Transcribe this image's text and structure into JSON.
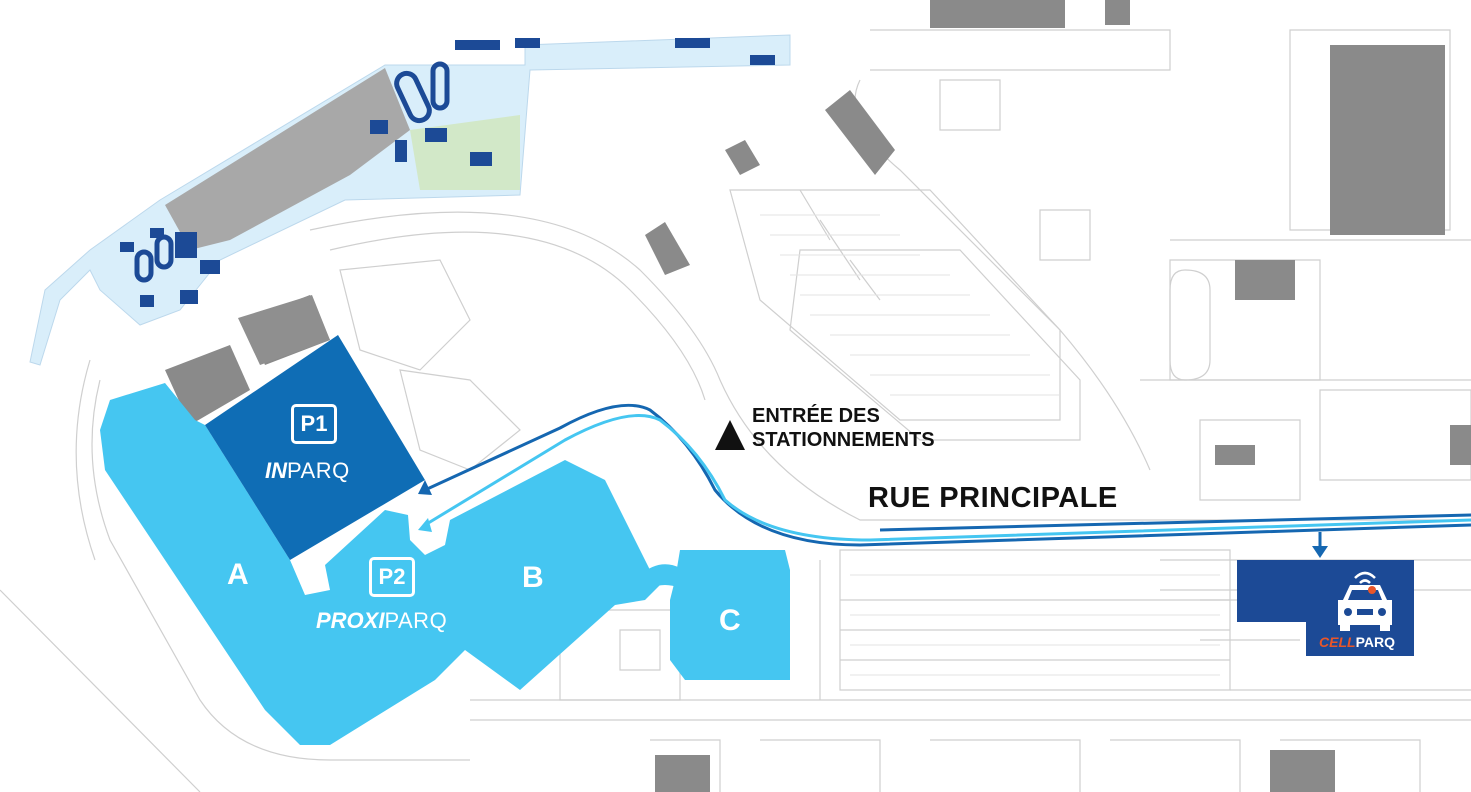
{
  "map": {
    "street_label": "RUE PRINCIPALE",
    "entry_label_line1": "ENTRÉE DES",
    "entry_label_line2": "STATIONNEMENTS",
    "lots": {
      "p1": {
        "badge": "P1",
        "brand_bold": "IN",
        "brand_regular": "PARQ"
      },
      "p2": {
        "badge": "P2",
        "brand_bold": "PROXI",
        "brand_regular": "PARQ"
      },
      "cell": {
        "brand_bold": "CELL",
        "brand_regular": "PARQ"
      }
    },
    "zones": {
      "a": "A",
      "b": "B",
      "c": "C"
    },
    "colors": {
      "light_blue_lot": "#45c6f1",
      "dark_blue_lot": "#0f6db5",
      "navy": "#1c4a96",
      "route_dark": "#1567b1",
      "route_light": "#45c6f1",
      "terminal_fill": "#d9eefa",
      "building_gray": "#8a8a8a",
      "cell_orange": "#e8562a"
    },
    "icons": [
      "car-icon",
      "signal-icon",
      "entry-arrow-icon",
      "route-arrow-icon"
    ]
  }
}
